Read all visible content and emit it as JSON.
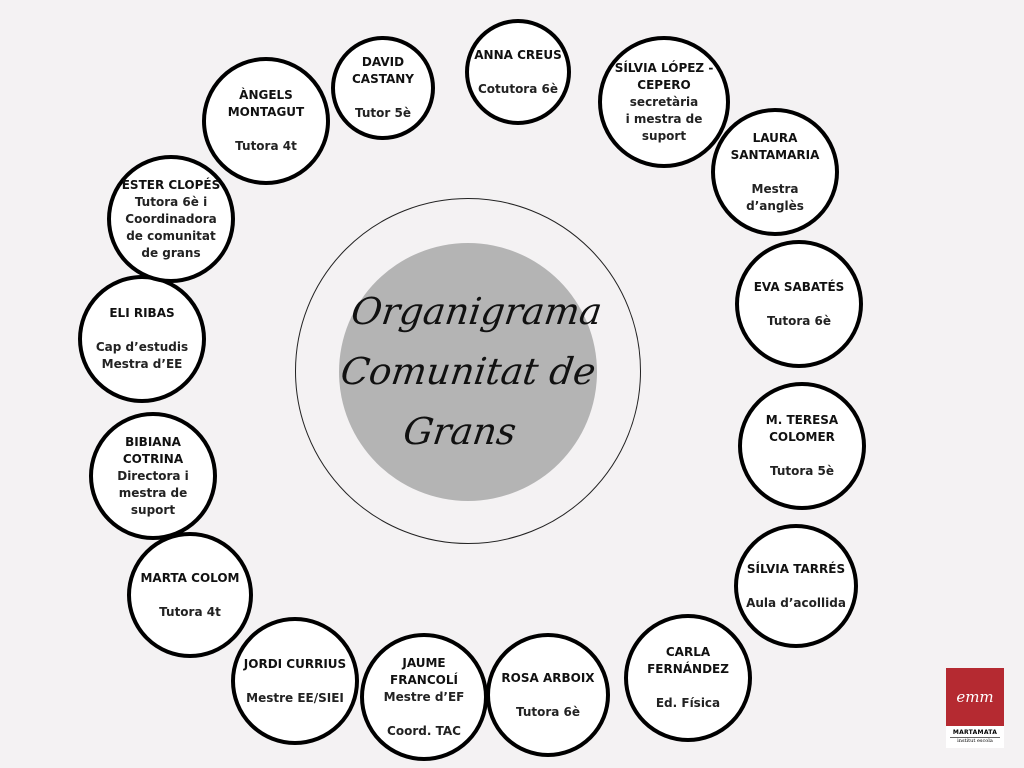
{
  "title": "Organigrama\nComunitat de\nGrans",
  "members": [
    {
      "name": "DAVID\nCASTANY",
      "role": "Tutor 5è"
    },
    {
      "name": "ANNA CREUS",
      "role": "Cotutora 6è"
    },
    {
      "name": "SÍLVIA LÓPEZ -\nCEPERO",
      "role": "secretària\ni mestra de\nsuport"
    },
    {
      "name": "LAURA\nSANTAMARIA",
      "role": "Mestra\nd’anglès"
    },
    {
      "name": "EVA SABATÉS",
      "role": "Tutora 6è"
    },
    {
      "name": "M. TERESA\nCOLOMER",
      "role": "Tutora 5è"
    },
    {
      "name": "SÍLVIA TARRÉS",
      "role": "Aula d’acollida"
    },
    {
      "name": "CARLA\nFERNÁNDEZ",
      "role": "Ed. Física"
    },
    {
      "name": "ROSA ARBOIX",
      "role": "Tutora 6è"
    },
    {
      "name": "JAUME\nFRANCOLÍ",
      "role": "Mestre d’EF\n\nCoord. TAC"
    },
    {
      "name": "JORDI CURRIUS",
      "role": "Mestre EE/SIEI"
    },
    {
      "name": "MARTA COLOM",
      "role": "Tutora 4t"
    },
    {
      "name": "BIBIANA\nCOTRINA",
      "role": "Directora i\nmestra de\nsuport"
    },
    {
      "name": "ELI RIBAS",
      "role": "Cap d’estudis\nMestra d’EE"
    },
    {
      "name": "ESTER CLOPÉS",
      "role": "Tutora 6è i\nCoordinadora\nde comunitat\nde grans"
    },
    {
      "name": "ÀNGELS\nMONTAGUT",
      "role": "Tutora 4t"
    }
  ],
  "logo": {
    "mark": "emm",
    "name": "MARTAMATA",
    "subtitle": "institut escola",
    "color": "#b52a31"
  }
}
